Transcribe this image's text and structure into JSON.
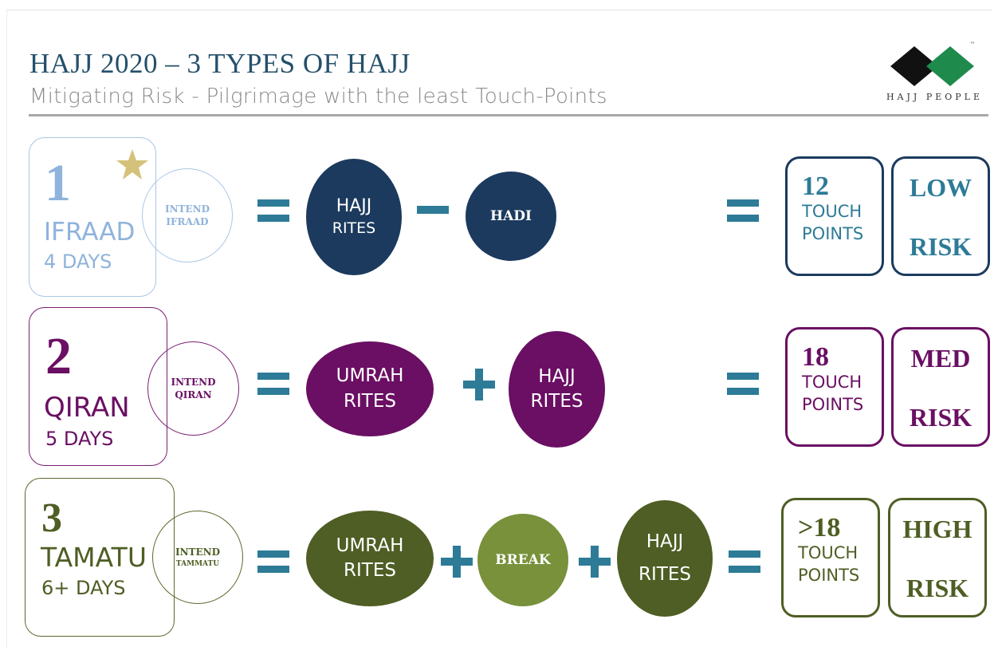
{
  "header": {
    "title": "HAJJ 2020 – 3 TYPES OF HAJJ",
    "subtitle": "Mitigating Risk - Pilgrimage with the least Touch-Points",
    "logo_text": "HAJJ PEOPLE",
    "logo_mark": "™",
    "logo_colors": [
      "#111111",
      "#1e8a4c"
    ]
  },
  "colors": {
    "teal_operator": "#2d7b96",
    "ifraad_light": "#8fb3dc",
    "ifraad_dark": "#1c3a5e",
    "qiran": "#6a0f63",
    "tamatu_dark": "#4e5e24",
    "tamatu_light": "#78913a",
    "star": "#d4c27a"
  },
  "rows": [
    {
      "num": "1",
      "name": "IFRAAD",
      "days": "4 DAYS",
      "intend": [
        "INTEND",
        "IFRAAD"
      ],
      "featured_icon": "star-icon",
      "equation": [
        "HAJJ",
        "RITES",
        "−",
        "HADI"
      ],
      "touch_points": {
        "count": "12",
        "line1": "TOUCH",
        "line2": "POINTS"
      },
      "risk": {
        "line1": "LOW",
        "line2": "RISK"
      }
    },
    {
      "num": "2",
      "name": "QIRAN",
      "days": "5 DAYS",
      "intend": [
        "INTEND",
        "QIRAN"
      ],
      "equation": [
        "UMRAH",
        "RITES",
        "+",
        "HAJJ",
        "RITES"
      ],
      "touch_points": {
        "count": "18",
        "line1": "TOUCH",
        "line2": "POINTS"
      },
      "risk": {
        "line1": "MED",
        "line2": "RISK"
      }
    },
    {
      "num": "3",
      "name": "TAMATU",
      "days": "6+ DAYS",
      "intend": [
        "INTEND",
        "TAMMATU"
      ],
      "equation": [
        "UMRAH",
        "RITES",
        "+",
        "BREAK",
        "+",
        "HAJJ",
        "RITES"
      ],
      "touch_points": {
        "count": ">18",
        "line1": "TOUCH",
        "line2": "POINTS"
      },
      "risk": {
        "line1": "HIGH",
        "line2": "RISK"
      }
    }
  ]
}
